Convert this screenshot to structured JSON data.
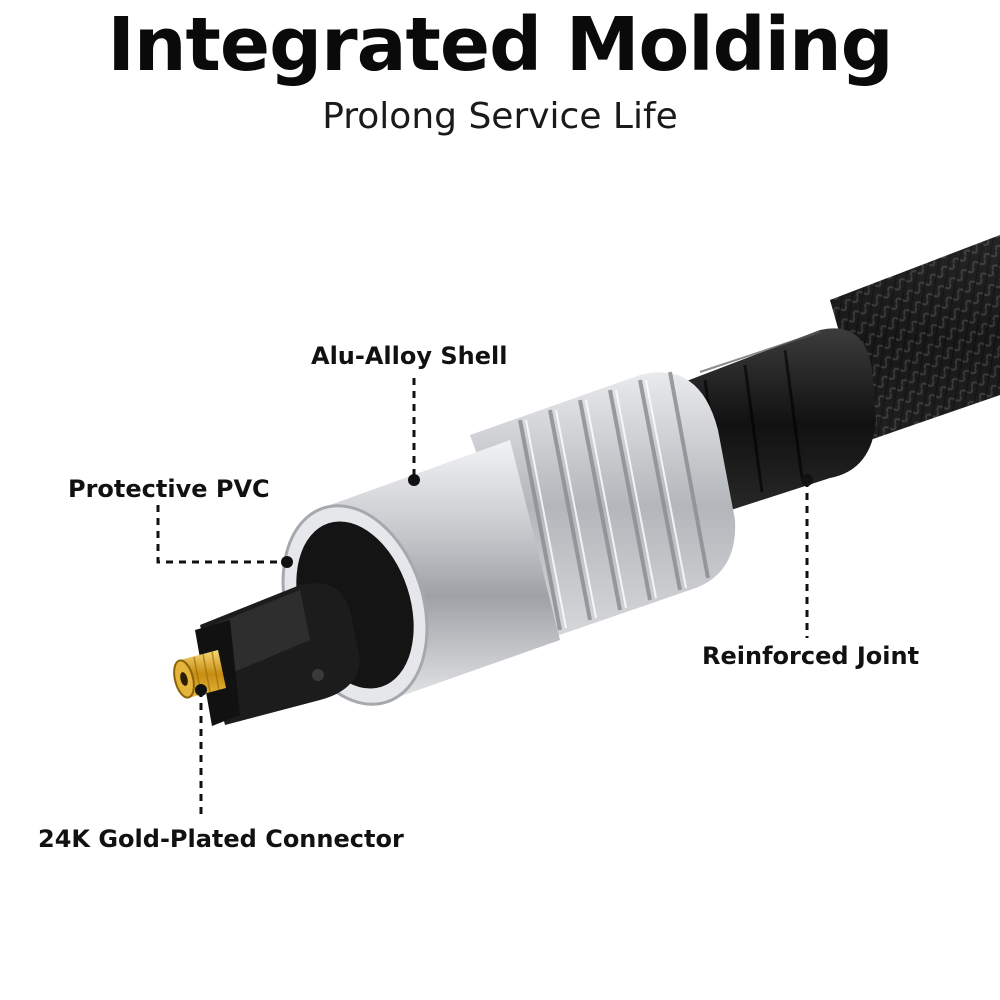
{
  "header": {
    "title": "Integrated Molding",
    "subtitle": "Prolong Service Life"
  },
  "callouts": {
    "shell": "Alu-Alloy Shell",
    "pvc": "Protective PVC",
    "joint": "Reinforced Joint",
    "connector": "24K Gold-Plated Connector"
  },
  "colors": {
    "aluminum": "#c9cbcf",
    "pvc": "#141414",
    "gold": "#d9a521",
    "braid": "#1e1e1e"
  }
}
